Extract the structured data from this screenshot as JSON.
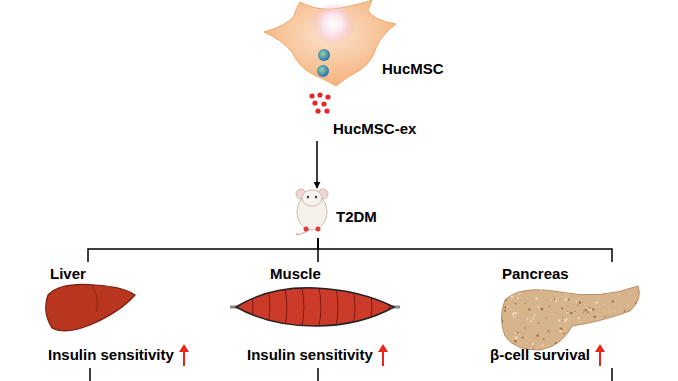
{
  "diagram": {
    "nodes": [
      {
        "text": [
          "HucMSC"
        ]
      },
      {
        "text": [
          "HucMSC-ex"
        ]
      },
      {
        "text": [
          "T2DM"
        ]
      },
      {
        "text": [
          "Liver",
          "Insulin sensitivity"
        ]
      },
      {
        "text": [
          "Muscle",
          "Insulin sensitivity"
        ]
      },
      {
        "text": [
          "Pancreas",
          "β-cell survival"
        ]
      }
    ],
    "edges": [
      {
        "from": 1,
        "to": 2,
        "arrow": "to"
      },
      {
        "from": 2,
        "to": 3,
        "arrow": "none"
      },
      {
        "from": 2,
        "to": 4,
        "arrow": "none"
      },
      {
        "from": 2,
        "to": 5,
        "arrow": "none"
      }
    ]
  }
}
